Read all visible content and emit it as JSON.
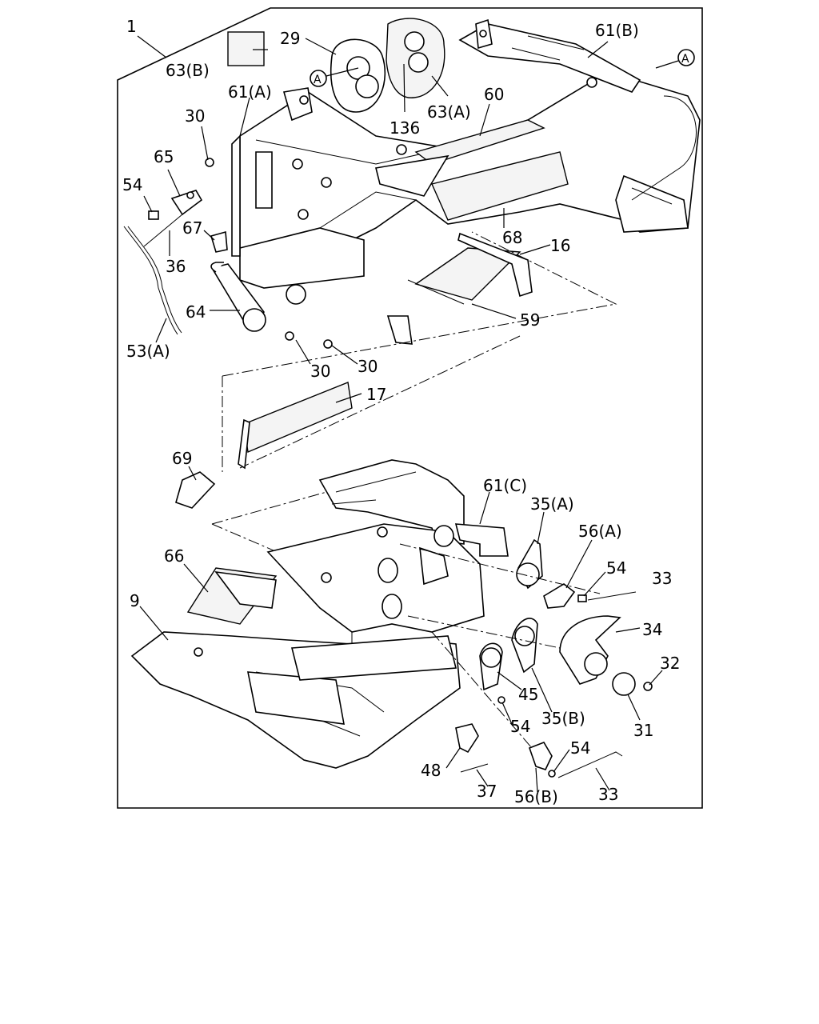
{
  "callouts": [
    {
      "id": "c1",
      "text": "1"
    },
    {
      "id": "c63b",
      "text": "63(B)"
    },
    {
      "id": "c29",
      "text": "29"
    },
    {
      "id": "cA1",
      "text": "A"
    },
    {
      "id": "c136",
      "text": "136"
    },
    {
      "id": "c63a",
      "text": "63(A)"
    },
    {
      "id": "c61b",
      "text": "61(B)"
    },
    {
      "id": "cA2",
      "text": "A"
    },
    {
      "id": "c61a",
      "text": "61(A)"
    },
    {
      "id": "c60",
      "text": "60"
    },
    {
      "id": "c30a",
      "text": "30"
    },
    {
      "id": "c65",
      "text": "65"
    },
    {
      "id": "c54a",
      "text": "54"
    },
    {
      "id": "c67",
      "text": "67"
    },
    {
      "id": "c36",
      "text": "36"
    },
    {
      "id": "c68",
      "text": "68"
    },
    {
      "id": "c16",
      "text": "16"
    },
    {
      "id": "c64",
      "text": "64"
    },
    {
      "id": "c59",
      "text": "59"
    },
    {
      "id": "c53a",
      "text": "53(A)"
    },
    {
      "id": "c30b",
      "text": "30"
    },
    {
      "id": "c30c",
      "text": "30"
    },
    {
      "id": "c17",
      "text": "17"
    },
    {
      "id": "c69",
      "text": "69"
    },
    {
      "id": "c61c",
      "text": "61(C)"
    },
    {
      "id": "c35a",
      "text": "35(A)"
    },
    {
      "id": "c56a",
      "text": "56(A)"
    },
    {
      "id": "c66",
      "text": "66"
    },
    {
      "id": "c54b",
      "text": "54"
    },
    {
      "id": "c33a",
      "text": "33"
    },
    {
      "id": "c9",
      "text": "9"
    },
    {
      "id": "c34",
      "text": "34"
    },
    {
      "id": "c32",
      "text": "32"
    },
    {
      "id": "c45",
      "text": "45"
    },
    {
      "id": "c54c",
      "text": "54"
    },
    {
      "id": "c35b",
      "text": "35(B)"
    },
    {
      "id": "c31",
      "text": "31"
    },
    {
      "id": "c54d",
      "text": "54"
    },
    {
      "id": "c48",
      "text": "48"
    },
    {
      "id": "c37",
      "text": "37"
    },
    {
      "id": "c56b",
      "text": "56(B)"
    },
    {
      "id": "c33b",
      "text": "33"
    }
  ]
}
